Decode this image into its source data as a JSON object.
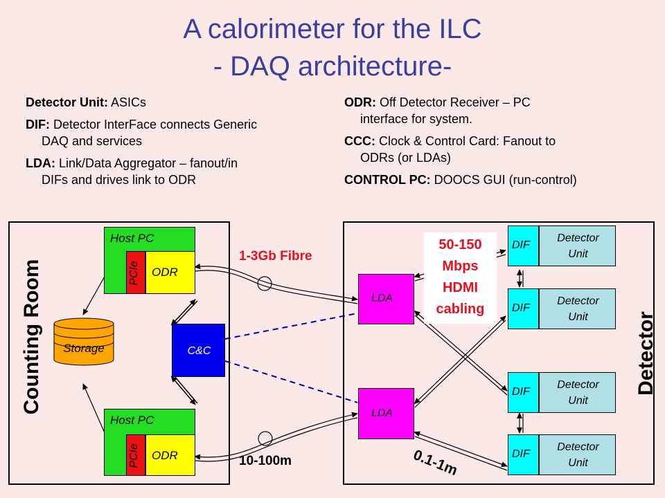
{
  "title": {
    "line1": "A calorimeter for the ILC",
    "line2": "- DAQ architecture-"
  },
  "definitions_left": [
    {
      "term": "Detector Unit:",
      "text1": " ASICs",
      "text2": ""
    },
    {
      "term": "DIF:",
      "text1": " Detector InterFace connects Generic",
      "text2": "DAQ and services"
    },
    {
      "term": "LDA:",
      "text1": " Link/Data Aggregator – fanout/in",
      "text2": "DIFs and drives link to ODR"
    }
  ],
  "definitions_right": [
    {
      "term": "ODR:",
      "text1": " Off Detector Receiver – PC",
      "text2": "interface for system."
    },
    {
      "term": "CCC:",
      "text1": " Clock & Control Card: Fanout to",
      "text2": "ODRs (or LDAs)"
    },
    {
      "term": "CONTROL PC:",
      "text1": " DOOCS GUI (run-control)",
      "text2": ""
    }
  ],
  "diagram": {
    "counting_room_label": "Counting Room",
    "detector_label": "Detector",
    "host_pc_label": "Host PC",
    "pcie_label": "PCIe",
    "odr_label": "ODR",
    "storage_label": "Storage",
    "cc_label": "C&C",
    "lda_label": "LDA",
    "dif_label": "DIF",
    "detector_unit_line1": "Detector",
    "detector_unit_line2": "Unit",
    "fibre_label": "1-3Gb Fibre",
    "distance_label": "10-100m",
    "hdmi_line1": "50-150",
    "hdmi_line2": "Mbps",
    "hdmi_line3": "HDMI",
    "hdmi_line4": "cabling",
    "short_distance_label": "0.1-1m"
  },
  "colors": {
    "background": "#fbe9e7",
    "title": "#3a3f9e",
    "green": "#22dd22",
    "red": "#ee1111",
    "yellow": "#ffff00",
    "blue": "#0000ee",
    "magenta": "#ff00ff",
    "cyan": "#00ffff",
    "light_cyan": "#b0e0e6",
    "orange": "#ffa500",
    "red_text": "#e8101e"
  }
}
